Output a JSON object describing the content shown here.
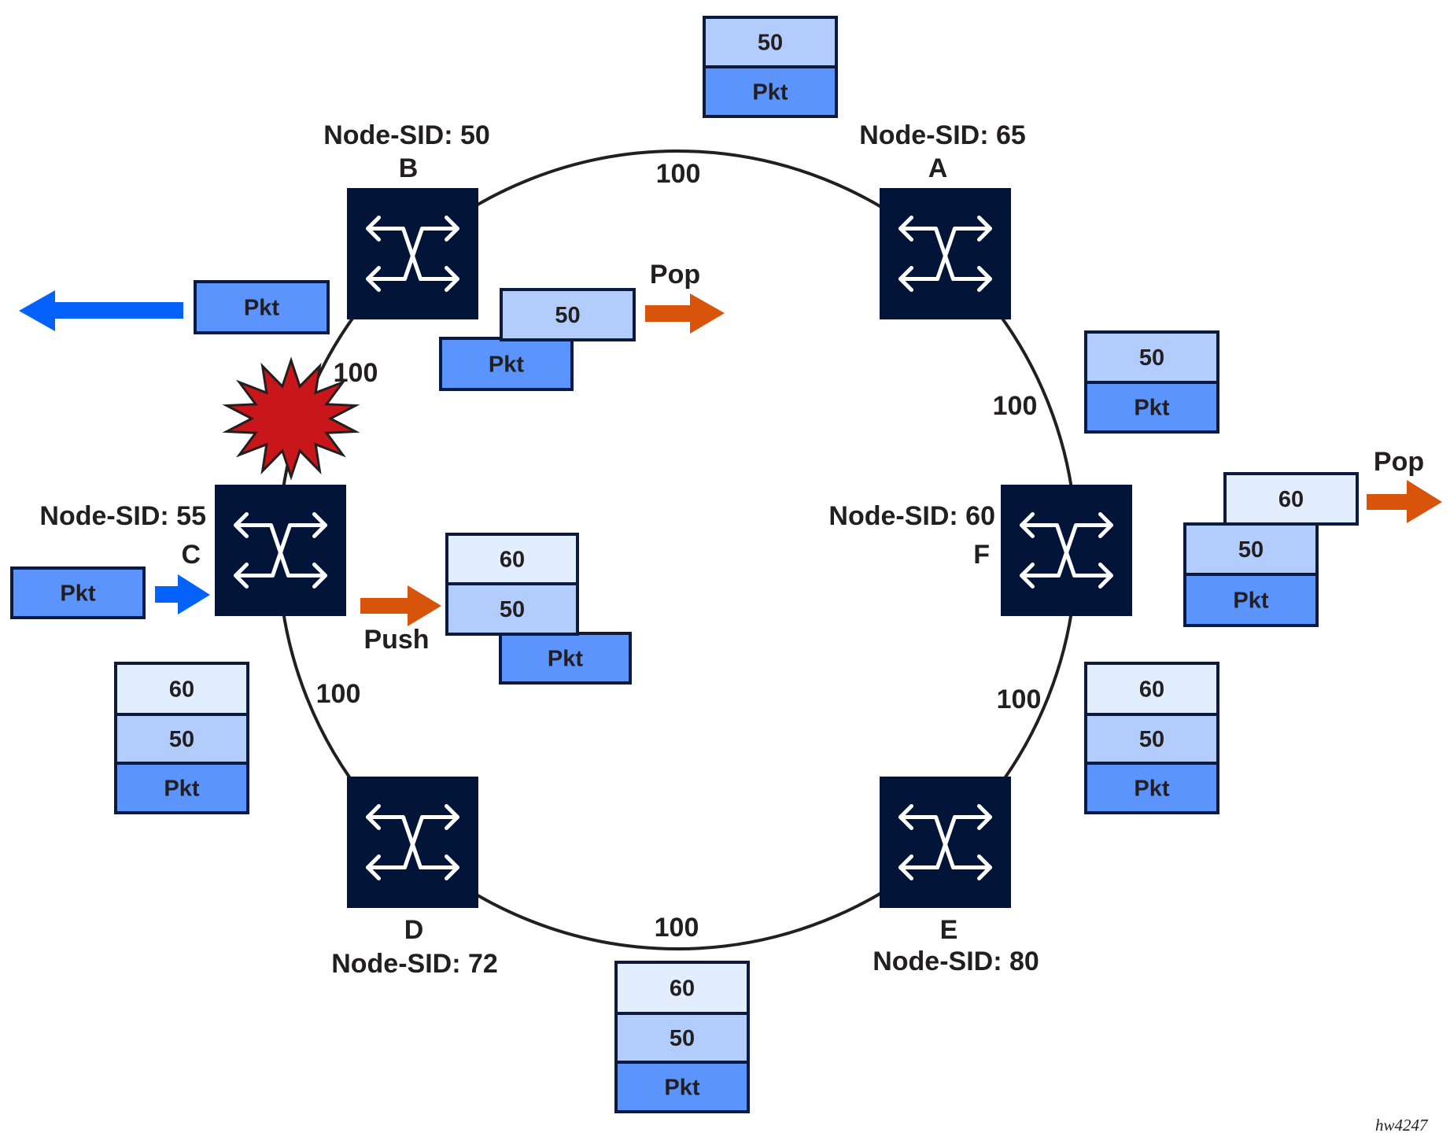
{
  "colors": {
    "node": "#021438",
    "label_top": "#e2edfe",
    "label_mid": "#b2cdfc",
    "packet": "#5a94fc",
    "cell_border": "#0c1a3b",
    "orange_arrow": "#d9540b",
    "blue_arrow": "#0462fa",
    "failure": "#c8161b",
    "link": "#231f20",
    "text": "#231f20"
  },
  "nodes": {
    "A": {
      "letter": "A",
      "sid_label": "Node-SID: 65"
    },
    "B": {
      "letter": "B",
      "sid_label": "Node-SID: 50"
    },
    "C": {
      "letter": "C",
      "sid_label": "Node-SID: 55"
    },
    "D": {
      "letter": "D",
      "sid_label": "Node-SID: 72"
    },
    "E": {
      "letter": "E",
      "sid_label": "Node-SID: 80"
    },
    "F": {
      "letter": "F",
      "sid_label": "Node-SID: 60"
    }
  },
  "links": {
    "B_A": "100",
    "A_F": "100",
    "F_E": "100",
    "E_D": "100",
    "D_C": "100",
    "C_B": "100"
  },
  "failure": {
    "link": "C-B",
    "icon": "explosion-icon"
  },
  "actions": {
    "push": "Push",
    "pop_at_b": "Pop",
    "pop_at_f": "Pop"
  },
  "stacks": {
    "ingress_c": [
      "Pkt"
    ],
    "pushed_at_c": [
      "60",
      "50",
      "Pkt"
    ],
    "link_c_d": [
      "60",
      "50",
      "Pkt"
    ],
    "link_d_e": [
      "60",
      "50",
      "Pkt"
    ],
    "link_e_f": [
      "60",
      "50",
      "Pkt"
    ],
    "popped_at_f": [
      "60",
      "50",
      "Pkt"
    ],
    "link_f_a": [
      "50",
      "Pkt"
    ],
    "link_a_b": [
      "50",
      "Pkt"
    ],
    "popped_at_b": [
      "50",
      "Pkt"
    ],
    "egress_b": [
      "Pkt"
    ]
  },
  "figure_id": "hw4247"
}
